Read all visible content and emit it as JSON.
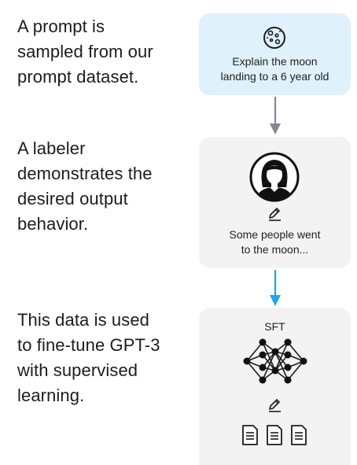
{
  "steps": [
    {
      "description": "A prompt is\nsampled from our\nprompt dataset.",
      "card_text": "Explain the moon\nlanding to a 6 year old",
      "card_icon": "moon-icon"
    },
    {
      "description": "A labeler\ndemonstrates the\ndesired output\nbehavior.",
      "card_text": "Some people went\nto the moon...",
      "card_icon": "labeler-avatar-icon"
    },
    {
      "description": "This data is used\nto fine-tune GPT-3\nwith supervised\nlearning.",
      "card_label": "SFT",
      "card_icon": "neural-network-icon"
    }
  ],
  "colors": {
    "prompt_card_bg": "#dff1fb",
    "neutral_card_bg": "#f3f3f3",
    "arrow_gray": "#8a8590",
    "arrow_blue": "#1ea7e8",
    "text": "#1c1c1c"
  },
  "icons": [
    "moon-icon",
    "labeler-avatar-icon",
    "pencil-icon",
    "neural-network-icon",
    "document-icon"
  ]
}
